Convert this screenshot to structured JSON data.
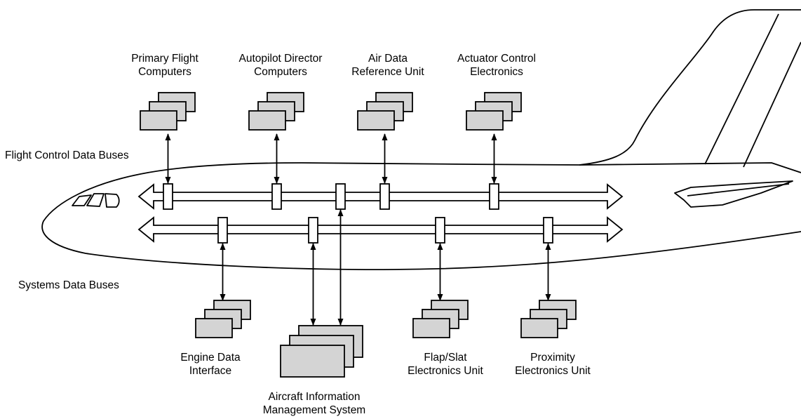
{
  "bus_labels": {
    "flight_control": "Flight Control Data Buses",
    "systems": "Systems Data Buses"
  },
  "units": {
    "primary_flight": {
      "line1": "Primary Flight",
      "line2": "Computers"
    },
    "autopilot": {
      "line1": "Autopilot Director",
      "line2": "Computers"
    },
    "air_data": {
      "line1": "Air Data",
      "line2": "Reference Unit"
    },
    "actuator": {
      "line1": "Actuator Control",
      "line2": "Electronics"
    },
    "engine_data": {
      "line1": "Engine Data",
      "line2": "Interface"
    },
    "aims": {
      "line1": "Aircraft Information",
      "line2": "Management System"
    },
    "flap_slat": {
      "line1": "Flap/Slat",
      "line2": "Electronics Unit"
    },
    "proximity": {
      "line1": "Proximity",
      "line2": "Electronics Unit"
    }
  },
  "colors": {
    "box_fill": "#d4d4d4",
    "stroke": "#000000",
    "background": "#ffffff"
  }
}
